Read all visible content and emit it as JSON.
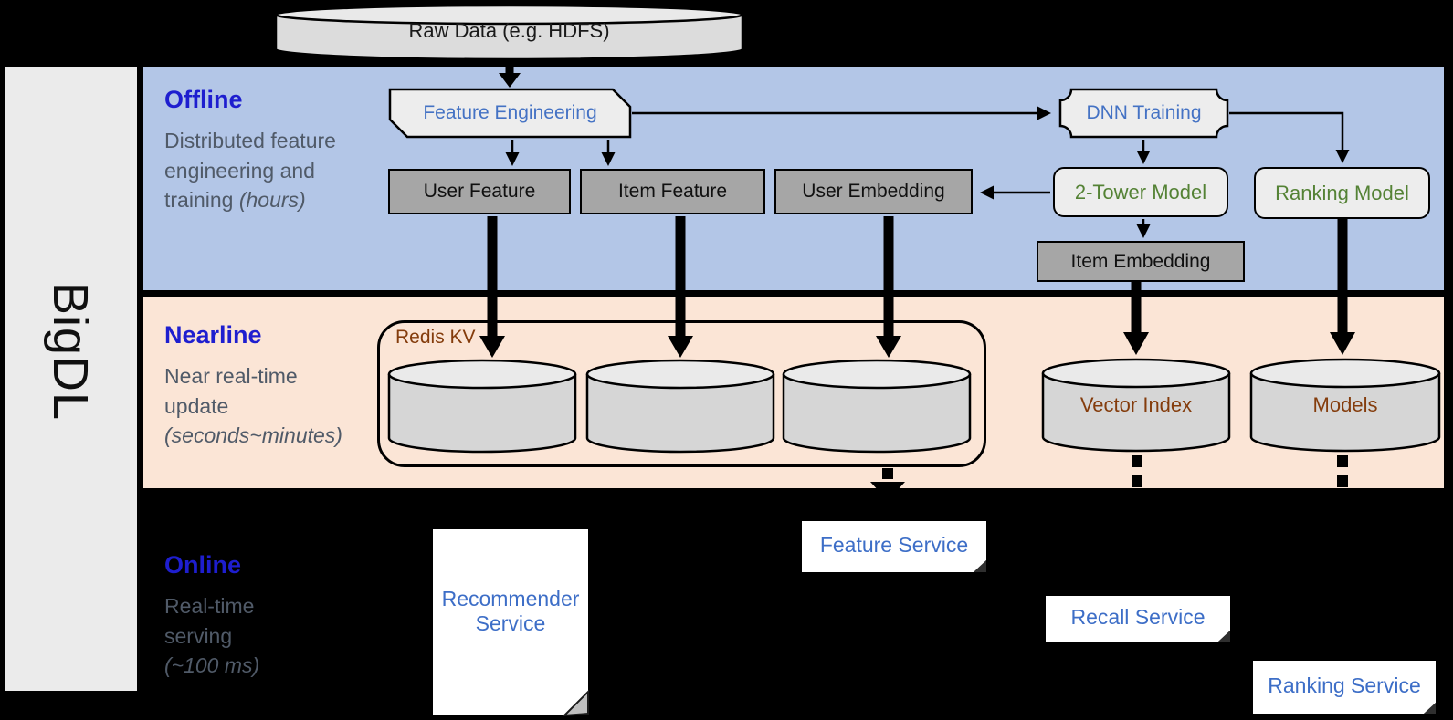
{
  "sidebar": {
    "label": "BigDL"
  },
  "source": {
    "label": "Raw Data (e.g. HDFS)"
  },
  "bands": {
    "offline": {
      "title": "Offline",
      "desc": "Distributed feature engineering and training ",
      "desc_note": "(hours)"
    },
    "nearline": {
      "title": "Nearline",
      "desc": "Near real-time update ",
      "desc_note": "(seconds~minutes)"
    },
    "online": {
      "title": "Online",
      "desc": "Real-time serving ",
      "desc_note": "(~100 ms)"
    }
  },
  "nodes": {
    "feature_engineering": "Feature Engineering",
    "dnn_training": "DNN Training",
    "user_feature": "User Feature",
    "item_feature": "Item Feature",
    "user_embedding": "User Embedding",
    "two_tower_model": "2-Tower Model",
    "ranking_model": "Ranking Model",
    "item_embedding": "Item Embedding",
    "redis_kv": "Redis KV",
    "vector_index": "Vector Index",
    "models": "Models",
    "feature_service": "Feature Service",
    "recommender_service": "Recommender Service",
    "recall_service": "Recall Service",
    "ranking_service": "Ranking Service"
  },
  "edges": [
    {
      "from": "raw-data",
      "to": "feature-engineering",
      "style": "thick"
    },
    {
      "from": "feature-engineering",
      "to": "user-feature",
      "style": "thin"
    },
    {
      "from": "feature-engineering",
      "to": "item-feature",
      "style": "thin"
    },
    {
      "from": "feature-engineering",
      "to": "dnn-training",
      "style": "thin"
    },
    {
      "from": "dnn-training",
      "to": "2-tower-model",
      "style": "thin"
    },
    {
      "from": "dnn-training",
      "to": "ranking-model",
      "style": "thin-elbow"
    },
    {
      "from": "2-tower-model",
      "to": "user-embedding",
      "style": "thin"
    },
    {
      "from": "2-tower-model",
      "to": "item-embedding",
      "style": "thin"
    },
    {
      "from": "user-feature",
      "to": "redis-kv",
      "style": "thick"
    },
    {
      "from": "item-feature",
      "to": "redis-kv",
      "style": "thick"
    },
    {
      "from": "user-embedding",
      "to": "redis-kv",
      "style": "thick"
    },
    {
      "from": "item-embedding",
      "to": "vector-index",
      "style": "thick"
    },
    {
      "from": "ranking-model",
      "to": "models",
      "style": "thick"
    },
    {
      "from": "redis-kv",
      "to": "feature-service",
      "style": "dashed-arrow"
    },
    {
      "from": "vector-index",
      "to": "recall-service",
      "style": "dashed"
    },
    {
      "from": "models",
      "to": "ranking-service",
      "style": "dashed"
    }
  ],
  "colors": {
    "background": "#000000",
    "band_offline": "#b3c6e7",
    "band_nearline": "#fbe5d6",
    "sidebar": "#ebebeb",
    "box_dark": "#a6a6a6",
    "box_light": "#ededed",
    "cylinder_body": "#d6d6d6",
    "cylinder_top": "#eaeaea",
    "band_title_blue": "#1e1ecf",
    "body_text": "#505a68",
    "node_label_blue": "#4472c4",
    "node_label_green": "#548235",
    "node_label_brown": "#843c0c",
    "service_label_blue": "#3d6ec7"
  }
}
